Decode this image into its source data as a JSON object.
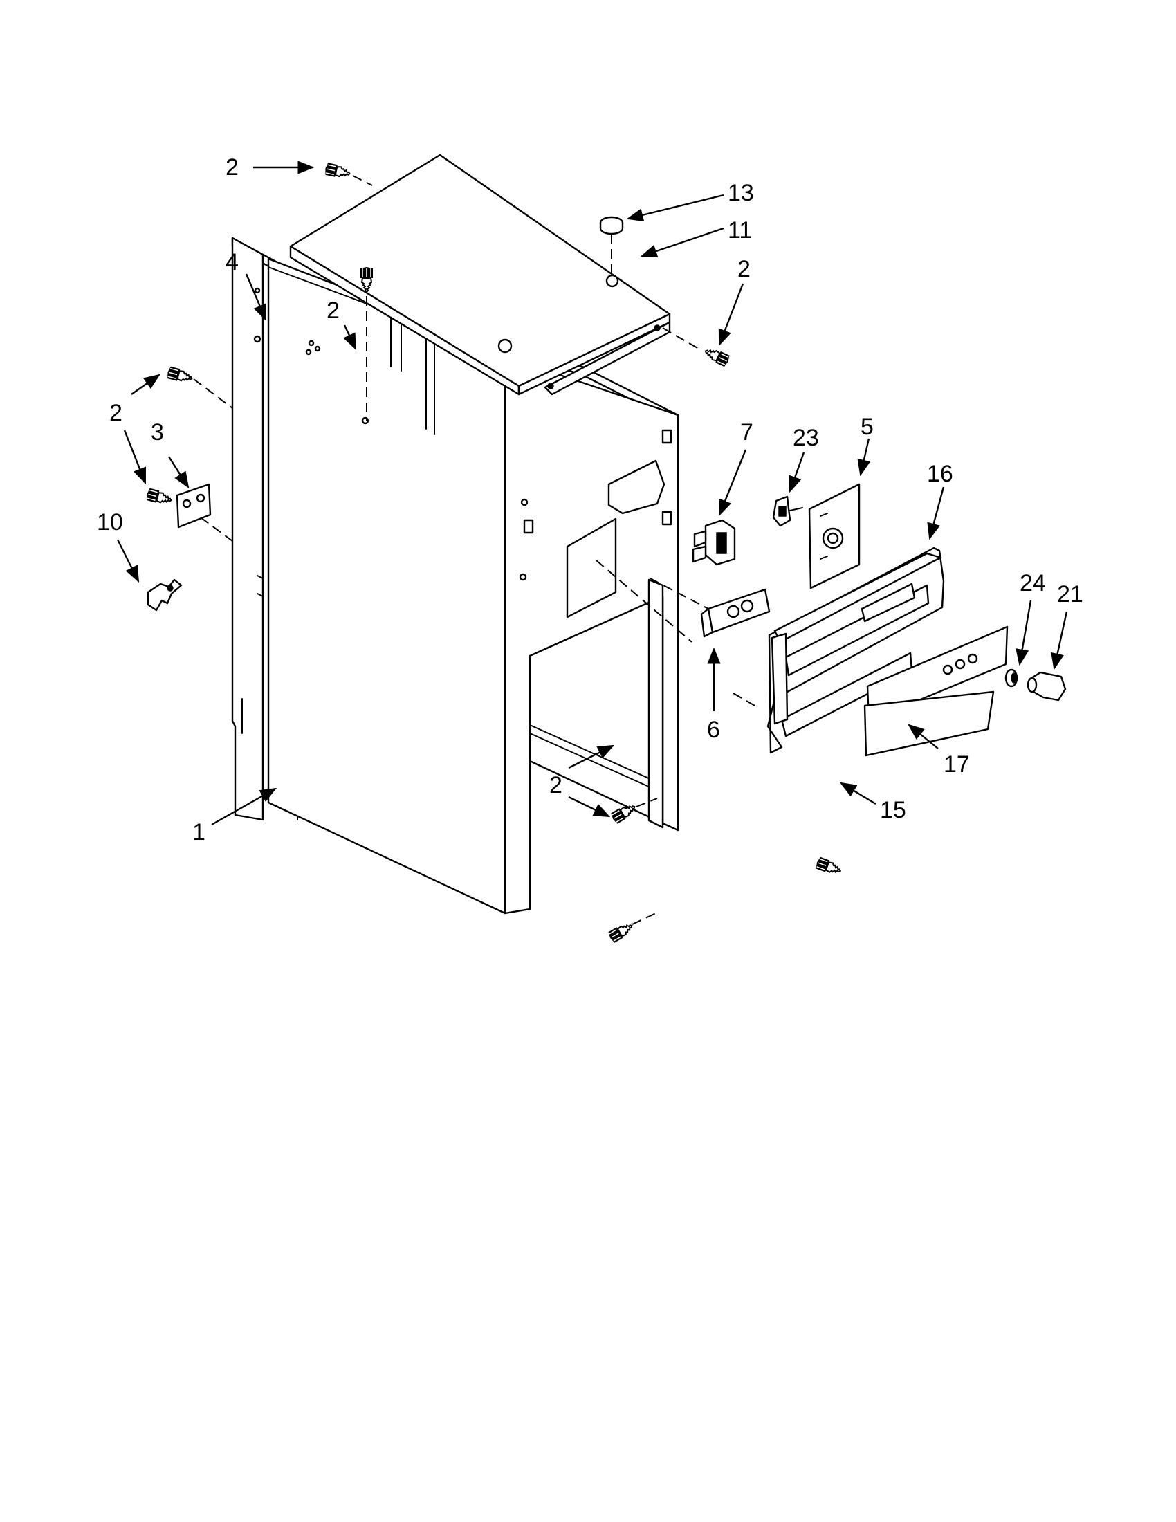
{
  "callouts": [
    {
      "id": "c-2-top",
      "label": "2"
    },
    {
      "id": "c-13",
      "label": "13"
    },
    {
      "id": "c-11",
      "label": "11"
    },
    {
      "id": "c-2-topright",
      "label": "2"
    },
    {
      "id": "c-4",
      "label": "4"
    },
    {
      "id": "c-2-mid",
      "label": "2"
    },
    {
      "id": "c-2-left",
      "label": "2"
    },
    {
      "id": "c-3",
      "label": "3"
    },
    {
      "id": "c-10",
      "label": "10"
    },
    {
      "id": "c-7",
      "label": "7"
    },
    {
      "id": "c-23",
      "label": "23"
    },
    {
      "id": "c-5",
      "label": "5"
    },
    {
      "id": "c-16",
      "label": "16"
    },
    {
      "id": "c-24",
      "label": "24"
    },
    {
      "id": "c-21",
      "label": "21"
    },
    {
      "id": "c-6",
      "label": "6"
    },
    {
      "id": "c-2-bottom",
      "label": "2"
    },
    {
      "id": "c-17",
      "label": "17"
    },
    {
      "id": "c-15",
      "label": "15"
    },
    {
      "id": "c-1",
      "label": "1"
    }
  ]
}
